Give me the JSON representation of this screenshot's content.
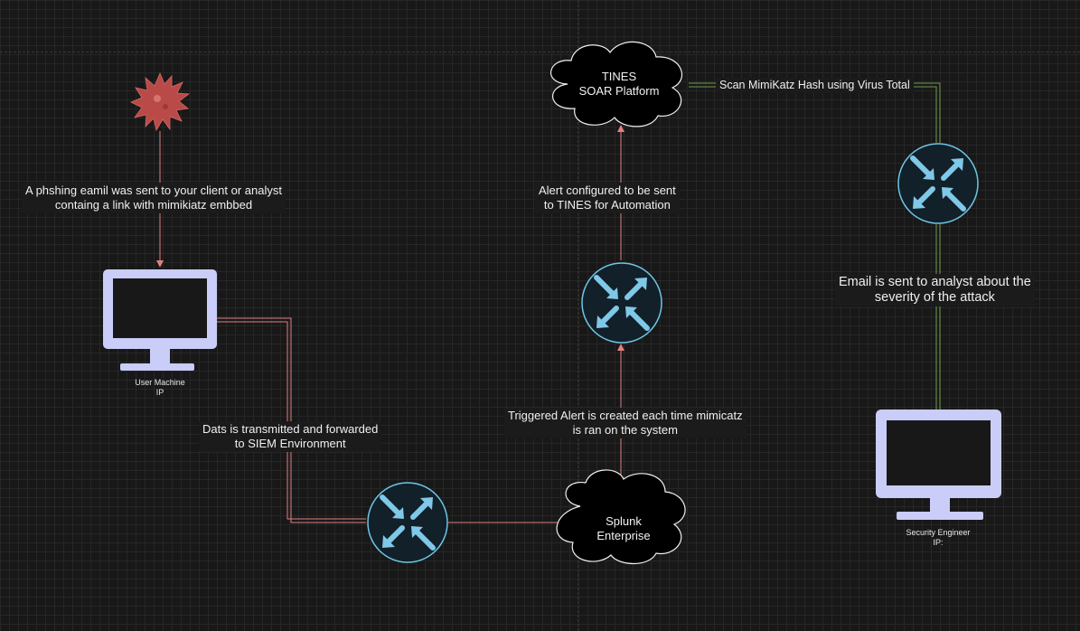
{
  "nodes": {
    "phishing_label": [
      "A phshing eamil was sent to your client or analyst",
      "containg a link with mimikiatz embbed"
    ],
    "user_machine": [
      "User Machine",
      "IP"
    ],
    "transmit_label": [
      "Dats is transmitted and forwarded",
      "to SIEM Environment"
    ],
    "splunk": [
      "Splunk",
      "Enterprise"
    ],
    "triggered_label": [
      "Triggered Alert is created each time mimicatz",
      "is ran on the system"
    ],
    "alert_label": [
      "Alert configured to be sent",
      "to TINES for Automation"
    ],
    "tines": [
      "TINES",
      "SOAR Platform"
    ],
    "scan_label": "Scan MimiKatz Hash using Virus Total",
    "email_label": [
      "Email is sent to analyst about the",
      "severity of the attack"
    ],
    "security_engineer": [
      "Security Engineer",
      "IP:"
    ]
  },
  "colors": {
    "background": "#181818",
    "monitor": "#c9cdf8",
    "router_fill": "#12202a",
    "router_stroke": "#6ec6e6",
    "router_arrow": "#7fc8e8",
    "link_red": "#e08080",
    "link_green": "#6f9b4e",
    "virus": "#b94a48"
  },
  "icons": [
    "virus-icon",
    "user-monitor-icon",
    "router-icon",
    "cloud-icon",
    "engineer-monitor-icon"
  ]
}
